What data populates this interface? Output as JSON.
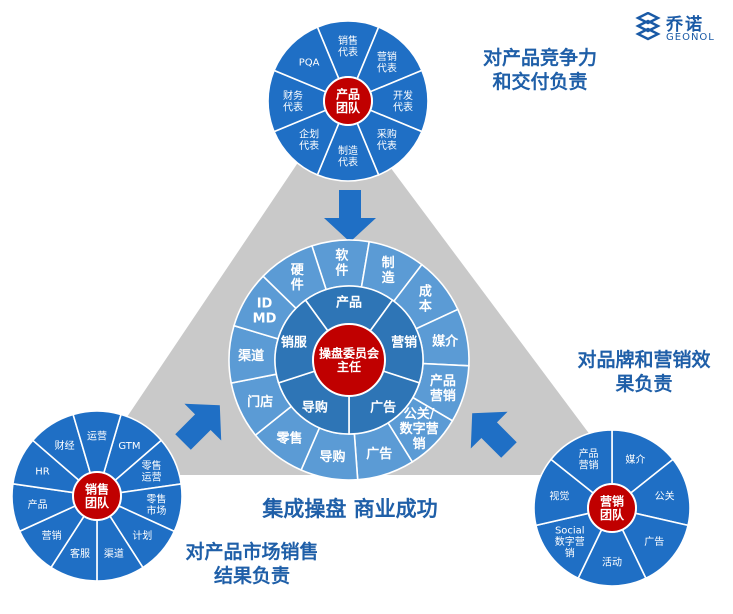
{
  "logo": {
    "cn": "乔诺",
    "en": "GEONOL"
  },
  "center": {
    "core": [
      "操盘委员会",
      "主任"
    ],
    "inner": [
      "产品",
      "营销",
      "广告",
      "导购",
      "销服"
    ],
    "outer": [
      [
        "软",
        "件"
      ],
      [
        "制",
        "造"
      ],
      [
        "成",
        "本"
      ],
      [
        "媒介"
      ],
      [
        "产品",
        "营销"
      ],
      [
        "公关/",
        "数字营",
        "销"
      ],
      [
        "广告"
      ],
      [
        "导购"
      ],
      [
        "零售"
      ],
      [
        "门店"
      ],
      [
        "渠道"
      ],
      [
        "ID",
        "MD"
      ],
      [
        "硬",
        "件"
      ]
    ]
  },
  "product_team": {
    "core": [
      "产品",
      "团队"
    ],
    "segments": [
      [
        "销售",
        "代表"
      ],
      [
        "营销",
        "代表"
      ],
      [
        "开发",
        "代表"
      ],
      [
        "采购",
        "代表"
      ],
      [
        "制造",
        "代表"
      ],
      [
        "企划",
        "代表"
      ],
      [
        "财务",
        "代表"
      ],
      [
        "PQA"
      ]
    ]
  },
  "sales_team": {
    "core": [
      "销售",
      "团队"
    ],
    "segments": [
      [
        "GTM"
      ],
      [
        "零售",
        "运营"
      ],
      [
        "零售",
        "市场"
      ],
      [
        "计划"
      ],
      [
        "渠道"
      ],
      [
        "客服"
      ],
      [
        "营销"
      ],
      [
        "产品"
      ],
      [
        "HR"
      ],
      [
        "财经"
      ],
      [
        "运营"
      ]
    ]
  },
  "marketing_team": {
    "core": [
      "营销",
      "团队"
    ],
    "segments": [
      [
        "媒介"
      ],
      [
        "公关"
      ],
      [
        "广告"
      ],
      [
        "活动"
      ],
      [
        "Social",
        "数字营",
        "销"
      ],
      [
        "视觉"
      ],
      [
        "产品",
        "营销"
      ]
    ]
  },
  "captions": {
    "product": "对产品竞争力\n和交付负责",
    "brand": "对品牌和营销效\n果负责",
    "market": "对产品市场销售\n结果负责",
    "slogan": "集成操盘  商业成功"
  },
  "colors": {
    "triangle": "#c9c9c9",
    "outer_ring": "#5b9bd5",
    "inner_ring": "#2e75b6",
    "core_ring": "#4a7fd0",
    "team_ring": "#1f6fc5",
    "red_core": "#c00000",
    "arrow": "#1f6fc5",
    "caption": "#1f5fa8"
  }
}
